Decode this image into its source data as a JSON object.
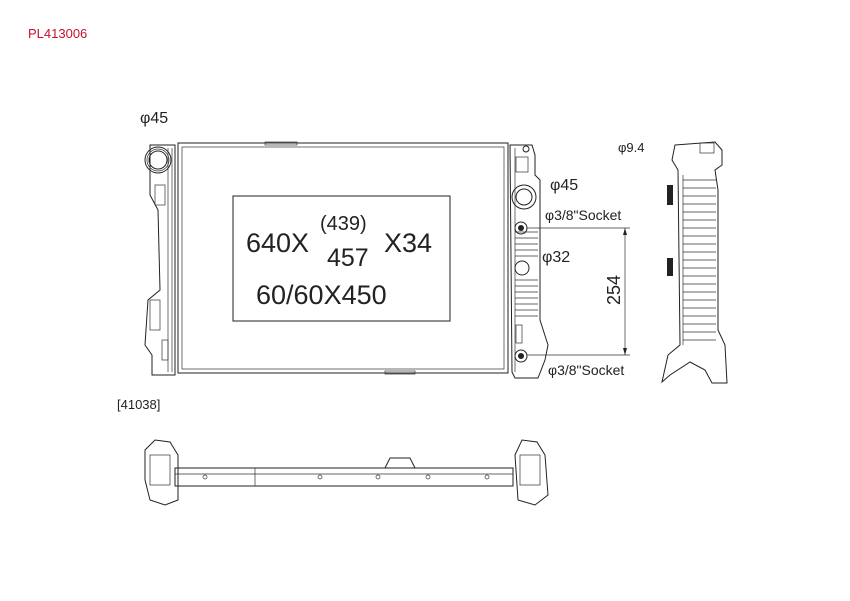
{
  "part_number": "PL413006",
  "reference_code": "[41038]",
  "colors": {
    "part_number": "#c8102e",
    "lines": "#222222"
  },
  "core_spec": {
    "width": "640X",
    "height_inner": "(439)",
    "height": "457",
    "thickness": "X34",
    "tanks": "60/60X450"
  },
  "dimensions": {
    "inlet_top": "φ45",
    "outlet_right": "φ45",
    "socket_upper": "φ3/8\"Socket",
    "port_32": "φ32",
    "socket_spacing": "254",
    "socket_lower": "φ3/8\"Socket",
    "side_port": "φ9.4"
  }
}
